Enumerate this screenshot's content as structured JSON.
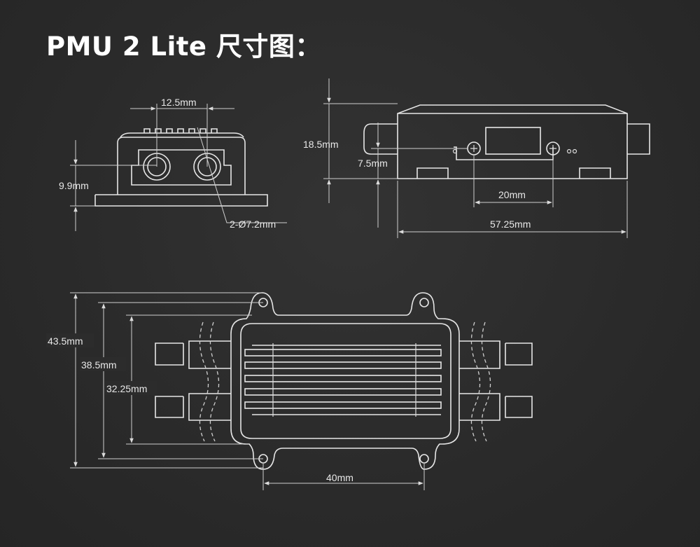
{
  "title": "PMU 2 Lite 尺寸图：",
  "dimensions": {
    "front_gap": "12.5mm",
    "front_height": "9.9mm",
    "hole_dia": "2-Ø7.2mm",
    "side_height": "18.5mm",
    "side_screw_height": "7.5mm",
    "side_screw_spacing": "20mm",
    "side_length": "57.25mm",
    "top_total": "43.5mm",
    "top_mid": "38.5mm",
    "top_inner": "32.25mm",
    "top_hole_spacing": "40mm"
  },
  "colors": {
    "background": "#2b2b2b",
    "line": "#e6e6e6",
    "text": "#ffffff"
  }
}
